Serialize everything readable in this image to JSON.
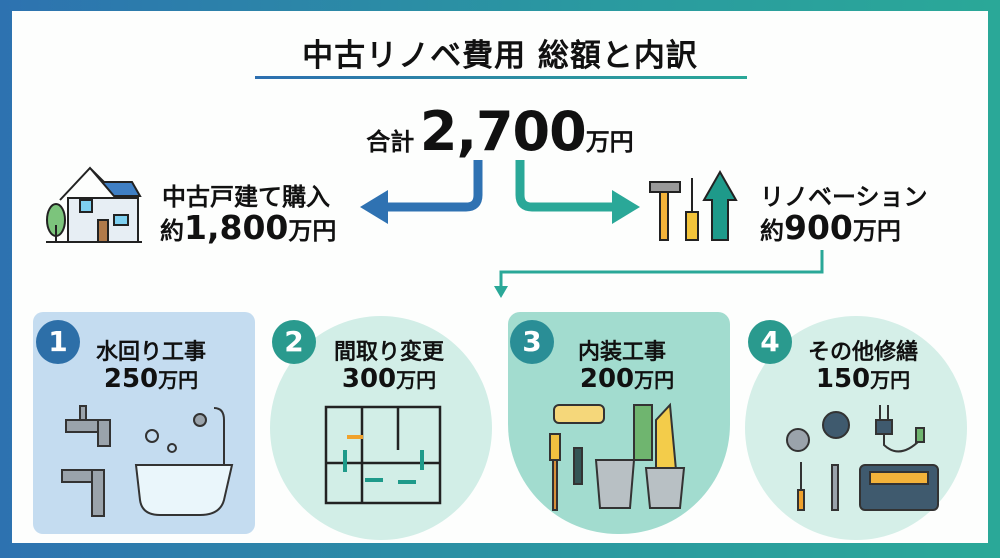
{
  "title": "中古リノベ費用 総額と内訳",
  "total": {
    "label": "合計",
    "value": "2,700",
    "unit": "万円"
  },
  "purchase": {
    "label": "中古戸建て購入",
    "prefix": "約",
    "value": "1,800",
    "unit": "万円"
  },
  "renovation": {
    "label": "リノベーション",
    "prefix": "約",
    "value": "900",
    "unit": "万円"
  },
  "items": [
    {
      "num": "1",
      "label": "水回り工事",
      "value": "250",
      "unit": "万円"
    },
    {
      "num": "2",
      "label": "間取り変更",
      "value": "300",
      "unit": "万円"
    },
    {
      "num": "3",
      "label": "内装工事",
      "value": "200",
      "unit": "万円"
    },
    {
      "num": "4",
      "label": "その他修繕",
      "value": "150",
      "unit": "万円"
    }
  ],
  "colors": {
    "blue": "#2d72b0",
    "teal": "#2aa898"
  }
}
